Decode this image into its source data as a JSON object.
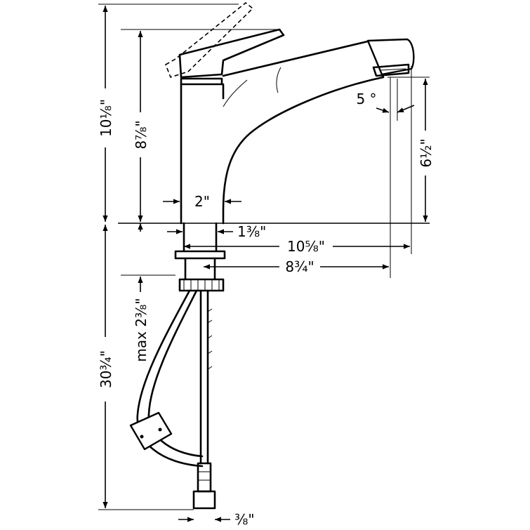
{
  "dimensions": {
    "overall_height": "10⅛\"",
    "lever_height": "8⅞\"",
    "body_width": "2\"",
    "spout_height": "6½\"",
    "spray_angle": "5 °",
    "shank_width": "1⅜\"",
    "reach_total": "10⅝\"",
    "reach_spray": "8¾\"",
    "max_deck": "max 2⅜\"",
    "hose_length": "30¾\"",
    "connection_size": "⅜\""
  }
}
